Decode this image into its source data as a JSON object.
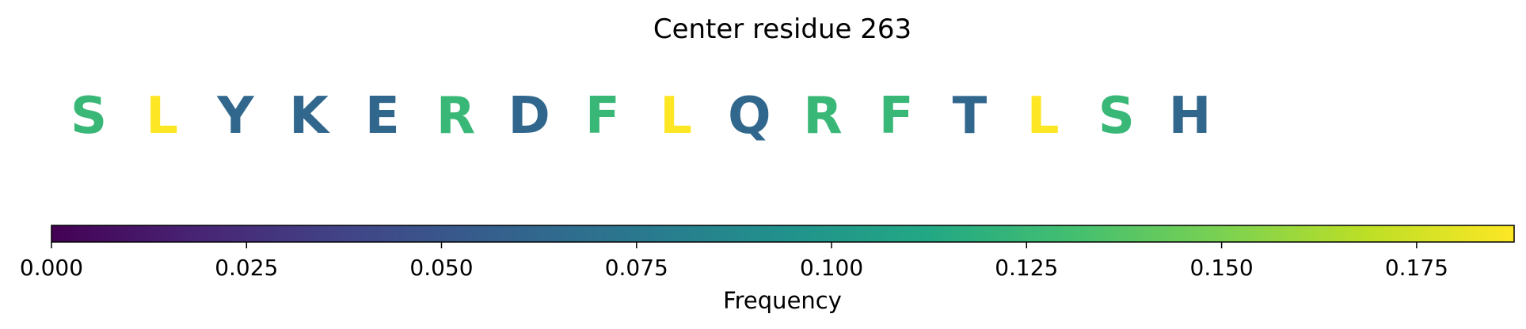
{
  "chart_data": {
    "type": "sequence-logo-colorbar",
    "title": "Center residue 263",
    "residues": [
      {
        "letter": "S",
        "frequency": 0.125
      },
      {
        "letter": "L",
        "frequency": 0.1875
      },
      {
        "letter": "Y",
        "frequency": 0.0625
      },
      {
        "letter": "K",
        "frequency": 0.0625
      },
      {
        "letter": "E",
        "frequency": 0.0625
      },
      {
        "letter": "R",
        "frequency": 0.125
      },
      {
        "letter": "D",
        "frequency": 0.0625
      },
      {
        "letter": "F",
        "frequency": 0.125
      },
      {
        "letter": "L",
        "frequency": 0.1875
      },
      {
        "letter": "Q",
        "frequency": 0.0625
      },
      {
        "letter": "R",
        "frequency": 0.125
      },
      {
        "letter": "F",
        "frequency": 0.125
      },
      {
        "letter": "T",
        "frequency": 0.0625
      },
      {
        "letter": "L",
        "frequency": 0.1875
      },
      {
        "letter": "S",
        "frequency": 0.125
      },
      {
        "letter": "H",
        "frequency": 0.0625
      }
    ],
    "colorbar": {
      "colormap": "viridis",
      "label": "Frequency",
      "range": [
        0,
        0.1875
      ],
      "ticks": [
        0.0,
        0.025,
        0.05,
        0.075,
        0.1,
        0.125,
        0.15,
        0.175
      ],
      "tick_labels": [
        "0.000",
        "0.025",
        "0.050",
        "0.075",
        "0.100",
        "0.125",
        "0.150",
        "0.175"
      ]
    }
  }
}
